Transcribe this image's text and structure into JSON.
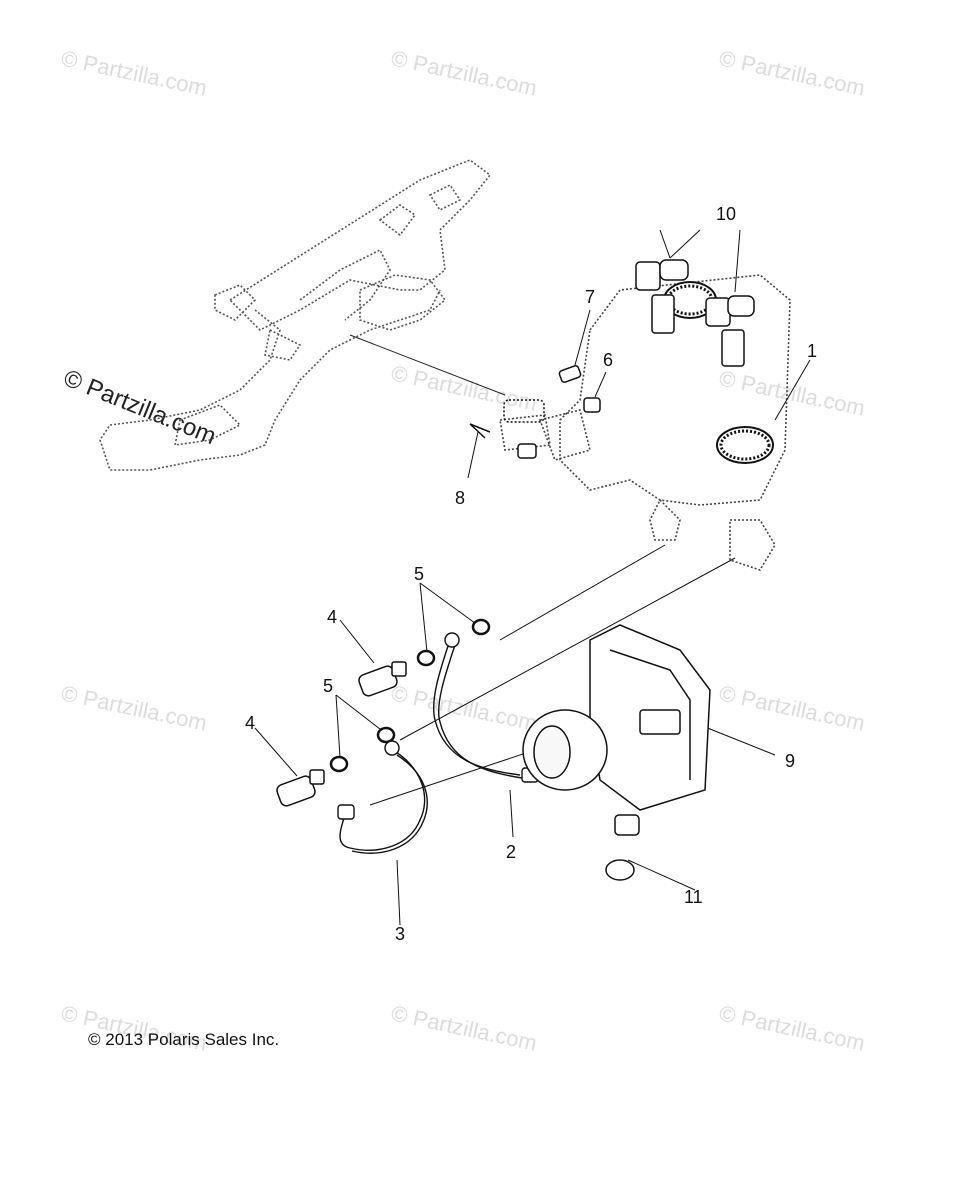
{
  "watermark": {
    "text": "© Partzilla.com",
    "prominent_text": "© Partzilla.com"
  },
  "callouts": {
    "c1": "1",
    "c2": "2",
    "c3": "3",
    "c4a": "4",
    "c4b": "4",
    "c5a": "5",
    "c5b": "5",
    "c6": "6",
    "c7": "7",
    "c8": "8",
    "c9": "9",
    "c10": "10",
    "c11": "11"
  },
  "footer": {
    "copyright": "© 2013 Polaris Sales Inc."
  }
}
